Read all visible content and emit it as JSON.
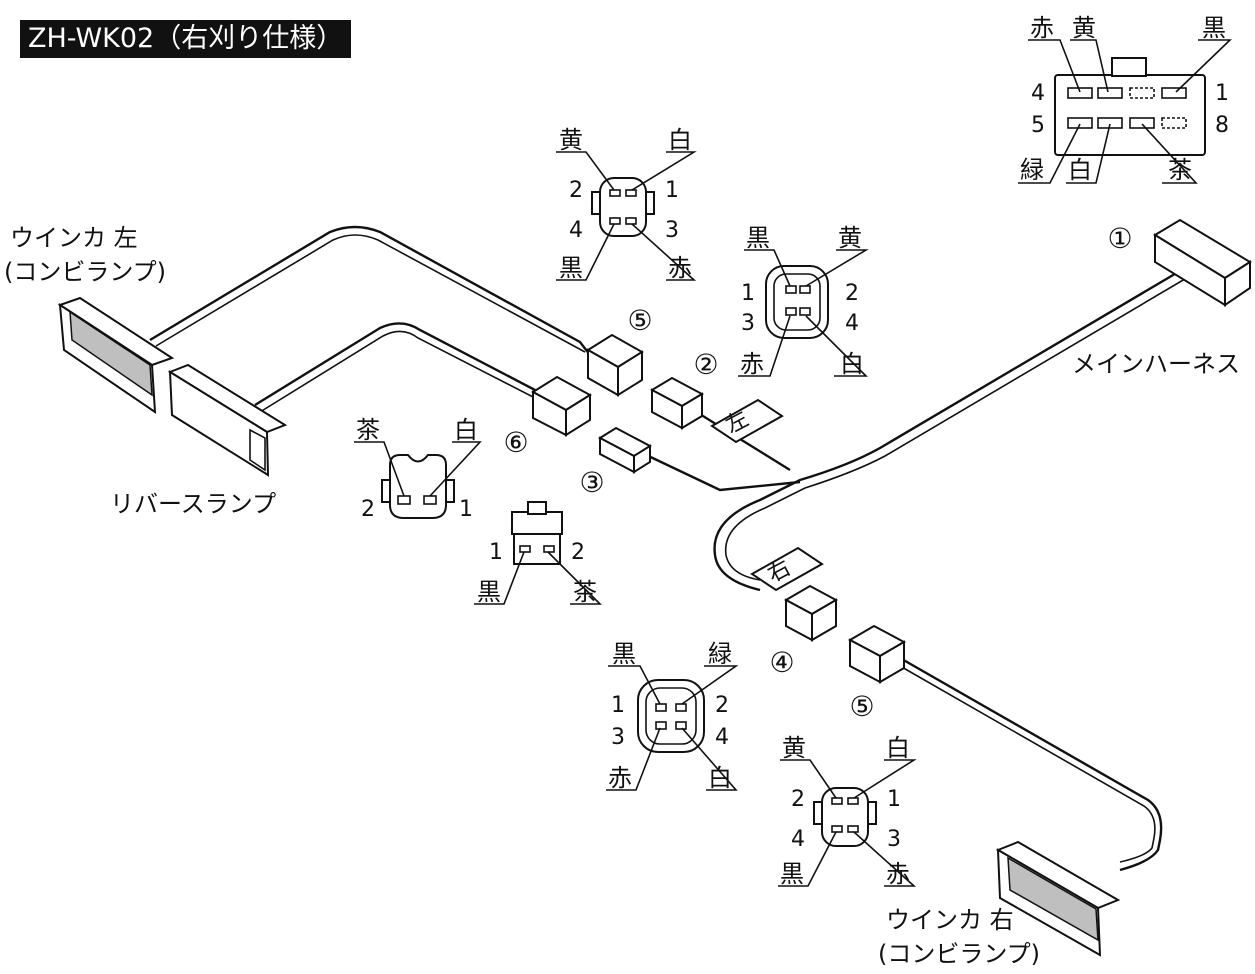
{
  "title": "ZH-WK02（右刈り仕様）",
  "labels": {
    "winker_left": "ウインカ 左",
    "combi_lamp_left": "(コンビランプ)",
    "reverse_lamp": "リバースランプ",
    "main_harness": "メインハーネス",
    "winker_right": "ウインカ 右",
    "combi_lamp_right": "(コンビランプ)",
    "tag_left": "左",
    "tag_right": "右"
  },
  "circled": {
    "c1": "①",
    "c2": "②",
    "c3": "③",
    "c4": "④",
    "c5a": "⑤",
    "c5b": "⑤",
    "c6": "⑥"
  },
  "connector_main": {
    "top_left": "赤",
    "top_mid": "黄",
    "top_right": "黒",
    "bottom_left": "緑",
    "bottom_mid": "白",
    "bottom_right": "茶",
    "pin_4": "4",
    "pin_1": "1",
    "pin_5": "5",
    "pin_8": "8"
  },
  "connector_5_top": {
    "top_left": "黄",
    "top_right": "白",
    "bottom_left": "黒",
    "bottom_right": "赤",
    "pin_2": "2",
    "pin_1": "1",
    "pin_4": "4",
    "pin_3": "3"
  },
  "connector_2": {
    "top_left": "黒",
    "top_right": "黄",
    "bottom_left": "赤",
    "bottom_right": "白",
    "pin_1": "1",
    "pin_2": "2",
    "pin_3": "3",
    "pin_4": "4"
  },
  "connector_6": {
    "top_left": "茶",
    "top_right": "白",
    "pin_2": "2",
    "pin_1": "1"
  },
  "connector_3": {
    "bottom_left": "黒",
    "bottom_right": "茶",
    "pin_1": "1",
    "pin_2": "2"
  },
  "connector_4": {
    "top_left": "黒",
    "top_right": "緑",
    "bottom_left": "赤",
    "bottom_right": "白",
    "pin_1": "1",
    "pin_2": "2",
    "pin_3": "3",
    "pin_4": "4"
  },
  "connector_5_bottom": {
    "top_left": "黄",
    "top_right": "白",
    "bottom_left": "黒",
    "bottom_right": "赤",
    "pin_2": "2",
    "pin_1": "1",
    "pin_4": "4",
    "pin_3": "3"
  }
}
